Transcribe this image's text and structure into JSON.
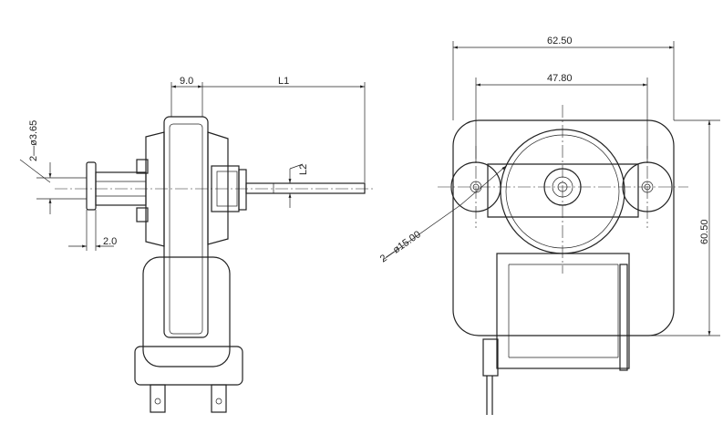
{
  "drawing": {
    "labels": {
      "hole_dia_side": "2—ø3.65",
      "width_9": "9.0",
      "shaft_L1": "L1",
      "shaft_L2": "L2",
      "thickness_2": "2.0",
      "overall_width": "62.50",
      "mount_spacing": "47.80",
      "overall_height": "60.50",
      "boss_dia": "2—ø15.00"
    }
  }
}
